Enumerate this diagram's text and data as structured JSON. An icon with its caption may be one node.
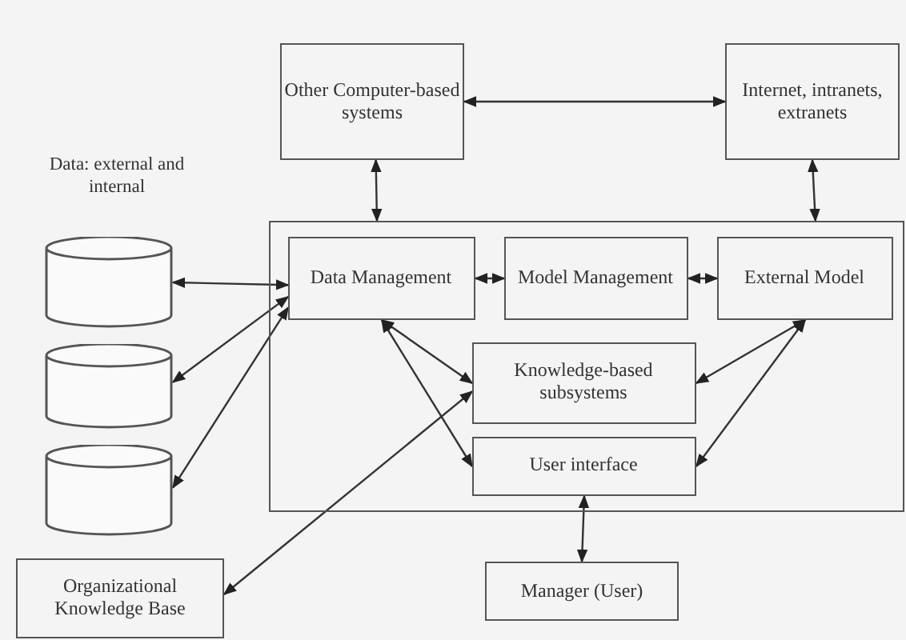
{
  "diagram": {
    "nodes": [
      {
        "text": [
          "Other Computer-based systems"
        ]
      },
      {
        "text": [
          "Internet, intranets, extranets"
        ]
      },
      {
        "text": [],
        "shape": "box"
      },
      {
        "text": [
          "Data Management"
        ],
        "in": 2
      },
      {
        "text": [
          "Model Management"
        ],
        "in": 2
      },
      {
        "text": [
          "External Model"
        ],
        "in": 2
      },
      {
        "text": [
          "Knowledge-based subsystems"
        ],
        "in": 2
      },
      {
        "text": [
          "User interface"
        ],
        "in": 2
      },
      {
        "text": [],
        "shape": "cylinder"
      },
      {
        "text": [],
        "shape": "cylinder"
      },
      {
        "text": [],
        "shape": "cylinder"
      },
      {
        "text": [
          "Organizational Knowledge Base"
        ]
      },
      {
        "text": [
          "Manager (User)"
        ]
      }
    ],
    "edges": [
      {
        "from": 0,
        "to": 1,
        "arrow": "both"
      },
      {
        "from": 0,
        "to": 2,
        "arrow": "both"
      },
      {
        "from": 1,
        "to": 2,
        "arrow": "both"
      },
      {
        "from": 8,
        "to": 3,
        "arrow": "both"
      },
      {
        "from": 3,
        "to": 9,
        "arrow": "both"
      },
      {
        "from": 3,
        "to": 10,
        "arrow": "both"
      },
      {
        "from": 3,
        "to": 4,
        "arrow": "both"
      },
      {
        "from": 4,
        "to": 5,
        "arrow": "both"
      },
      {
        "from": 3,
        "to": 6,
        "arrow": "both"
      },
      {
        "from": 3,
        "to": 7,
        "arrow": "both"
      },
      {
        "from": 5,
        "to": 6,
        "arrow": "both"
      },
      {
        "from": 5,
        "to": 7,
        "arrow": "both"
      },
      {
        "from": 6,
        "to": 11,
        "arrow": "both"
      },
      {
        "from": 7,
        "to": 12,
        "arrow": "both"
      }
    ],
    "labels": [
      "Data: external and internal"
    ]
  }
}
